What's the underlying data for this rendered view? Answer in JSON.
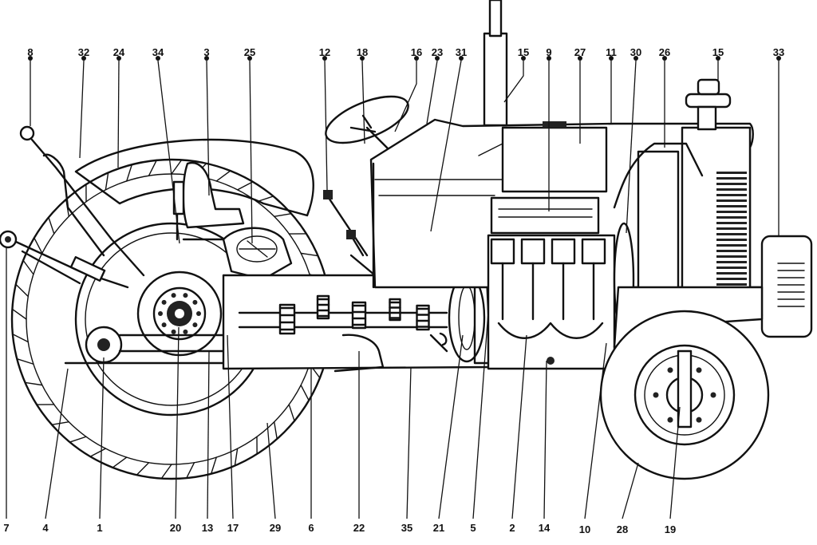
{
  "diagram": {
    "callouts_top": [
      {
        "id": "c8",
        "label": "8"
      },
      {
        "id": "c32",
        "label": "32"
      },
      {
        "id": "c24",
        "label": "24"
      },
      {
        "id": "c34",
        "label": "34"
      },
      {
        "id": "c3",
        "label": "3"
      },
      {
        "id": "c25",
        "label": "25"
      },
      {
        "id": "c12",
        "label": "12"
      },
      {
        "id": "c18",
        "label": "18"
      },
      {
        "id": "c16",
        "label": "16"
      },
      {
        "id": "c23",
        "label": "23"
      },
      {
        "id": "c31",
        "label": "31"
      },
      {
        "id": "c15a",
        "label": "15"
      },
      {
        "id": "c9",
        "label": "9"
      },
      {
        "id": "c27",
        "label": "27"
      },
      {
        "id": "c11",
        "label": "11"
      },
      {
        "id": "c30",
        "label": "30"
      },
      {
        "id": "c26",
        "label": "26"
      },
      {
        "id": "c15b",
        "label": "15"
      },
      {
        "id": "c33",
        "label": "33"
      }
    ],
    "callouts_bottom": [
      {
        "id": "c7",
        "label": "7"
      },
      {
        "id": "c4",
        "label": "4"
      },
      {
        "id": "c1",
        "label": "1"
      },
      {
        "id": "c20",
        "label": "20"
      },
      {
        "id": "c13",
        "label": "13"
      },
      {
        "id": "c17",
        "label": "17"
      },
      {
        "id": "c29",
        "label": "29"
      },
      {
        "id": "c6",
        "label": "6"
      },
      {
        "id": "c22",
        "label": "22"
      },
      {
        "id": "c35",
        "label": "35"
      },
      {
        "id": "c21",
        "label": "21"
      },
      {
        "id": "c5",
        "label": "5"
      },
      {
        "id": "c2",
        "label": "2"
      },
      {
        "id": "c14",
        "label": "14"
      },
      {
        "id": "c10",
        "label": "10"
      },
      {
        "id": "c28",
        "label": "28"
      },
      {
        "id": "c19",
        "label": "19"
      }
    ]
  }
}
